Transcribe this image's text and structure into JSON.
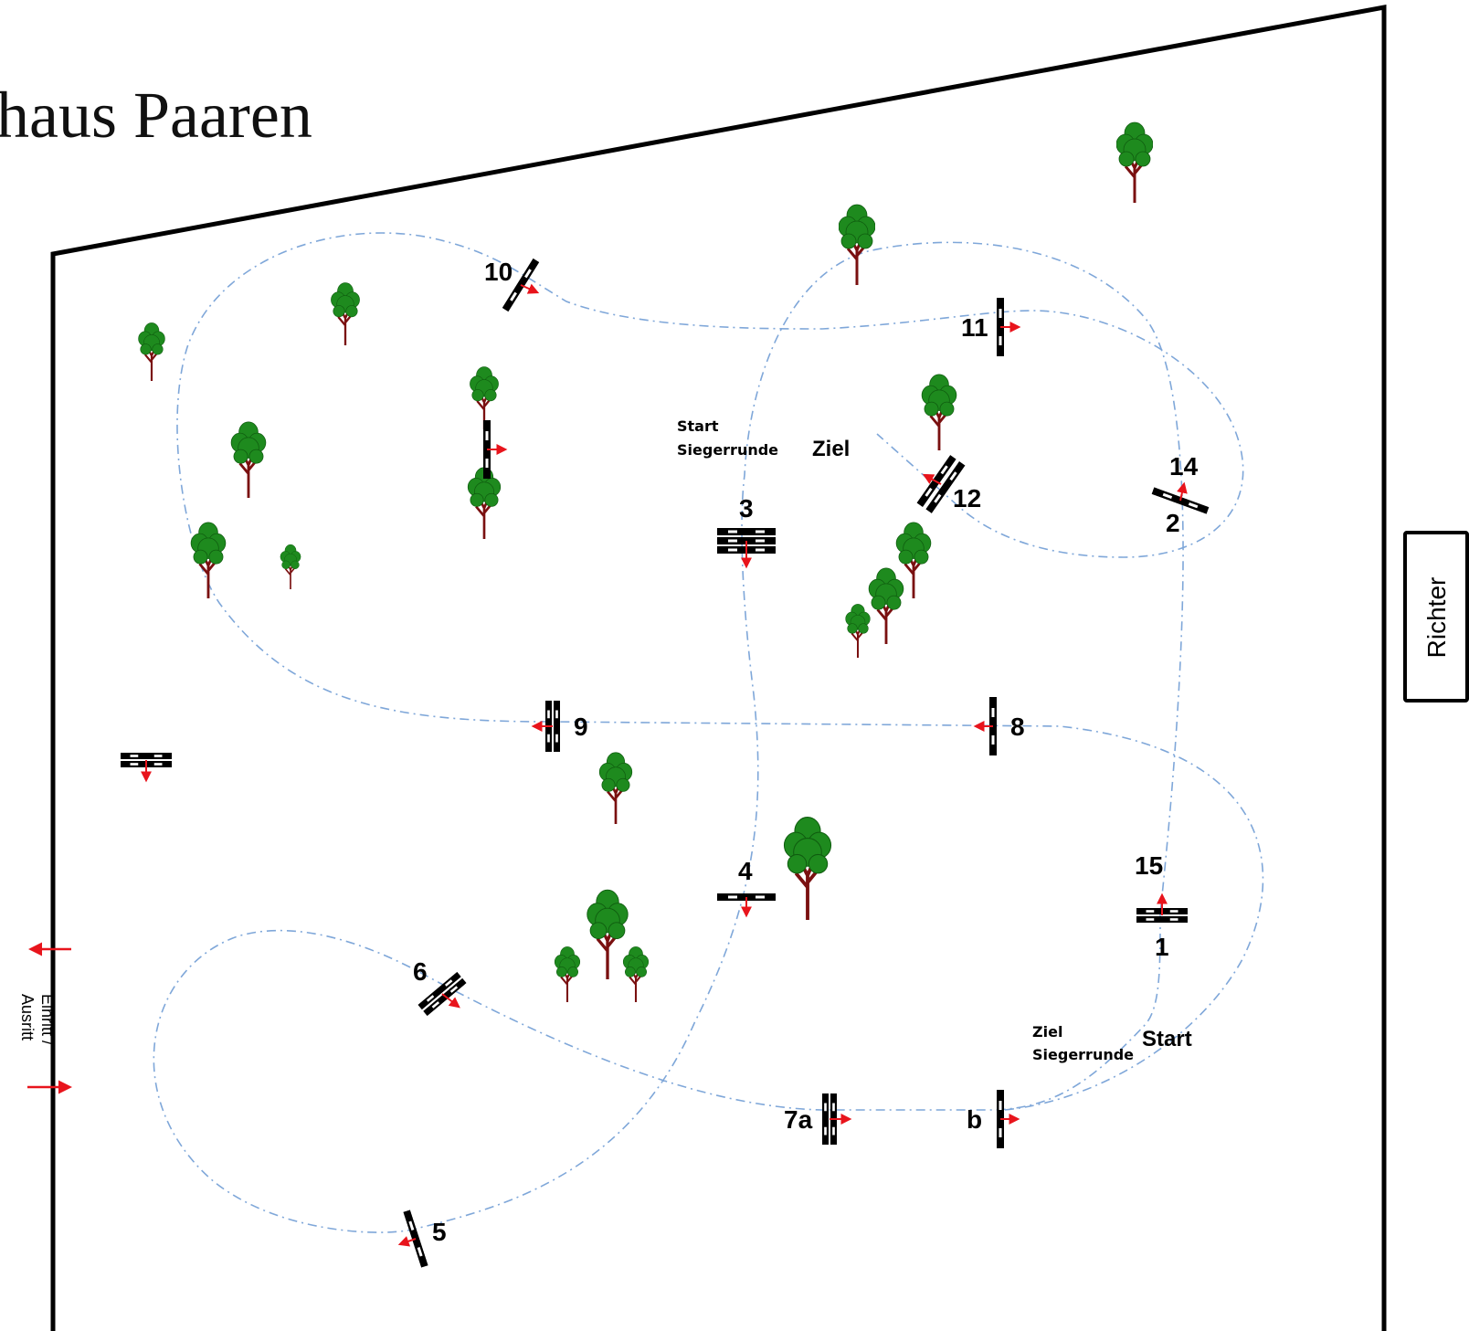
{
  "title": "haus Paaren",
  "judge_box_label": "Richter",
  "entry_label_line1": "Einritt /",
  "entry_label_line2": "Ausritt",
  "labels": {
    "start": "Start",
    "ziel": "Ziel",
    "start_siegerrunde_line1": "Start",
    "start_siegerrunde_line2": "Siegerrunde",
    "ziel_siegerrunde_line1": "Ziel",
    "ziel_siegerrunde_line2": "Siegerrunde"
  },
  "obstacles": {
    "o1": "1",
    "o2": "2",
    "o3": "3",
    "o4": "4",
    "o5": "5",
    "o6": "6",
    "o7a": "7a",
    "ob": "b",
    "o8": "8",
    "o9": "9",
    "o10": "10",
    "o11": "11",
    "o12": "12",
    "o14": "14",
    "o15": "15"
  },
  "colors": {
    "route": "#7fa7d9",
    "arrow": "#e8141c",
    "tree_leaf": "#1e8a1e",
    "tree_trunk": "#7a1010",
    "arena_border": "#000000"
  },
  "icons": [
    "tree-icon",
    "jump-obstacle-icon",
    "direction-arrow-icon"
  ]
}
